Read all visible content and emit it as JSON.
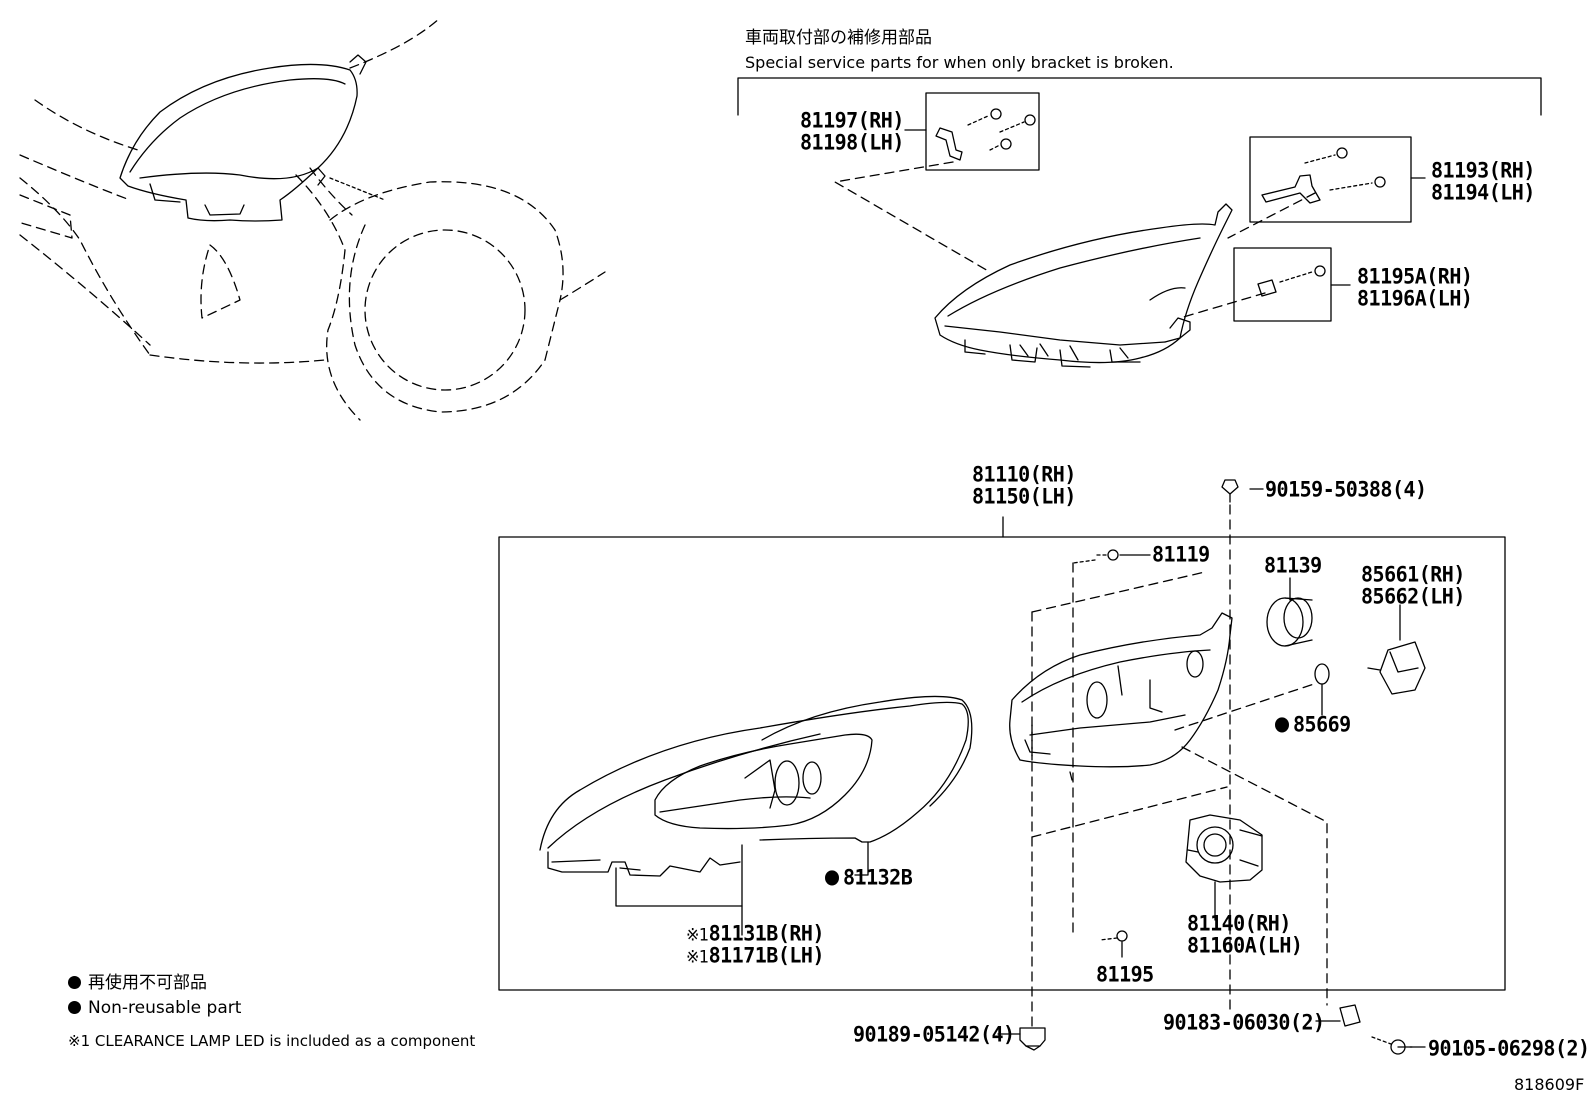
{
  "header": {
    "jp": "車両取付部の補修用部品",
    "en": "Special service parts for when only bracket is broken."
  },
  "parts": {
    "p81197": "81197(RH)",
    "p81198": "81198(LH)",
    "p81193": "81193(RH)",
    "p81194": "81194(LH)",
    "p81195a": "81195A(RH)",
    "p81196a": "81196A(LH)",
    "p81110": "81110(RH)",
    "p81150": "81150(LH)",
    "p90159": "90159-50388(4)",
    "p81119": "81119",
    "p81139": "81139",
    "p85661": "85661(RH)",
    "p85662": "85662(LH)",
    "p85669": "85669",
    "p81132b": "81132B",
    "p81131b": "81131B(RH)",
    "p81171b": "81171B(LH)",
    "mark1": "※1",
    "p81140": "81140(RH)",
    "p81160a": "81160A(LH)",
    "p81195": "81195",
    "p90189": "90189-05142(4)",
    "p90183": "90183-06030(2)",
    "p90105": "90105-06298(2)"
  },
  "legend": {
    "jp": "再使用不可部品",
    "en": "Non-reusable part",
    "note": "※1 CLEARANCE LAMP LED  is included as a component"
  },
  "figure_code": "818609F"
}
